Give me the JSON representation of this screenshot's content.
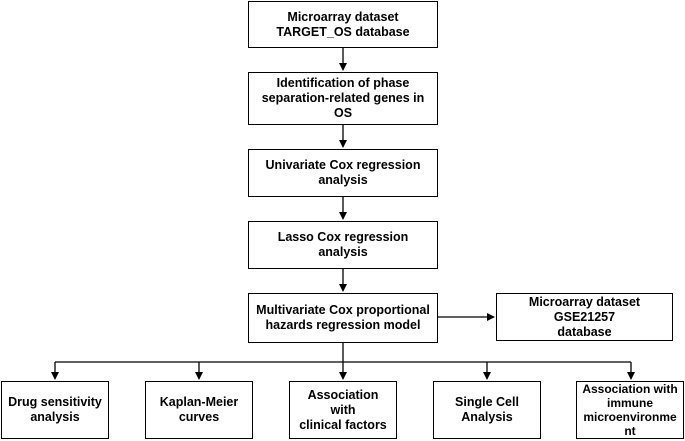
{
  "flowchart": {
    "main_steps": [
      {
        "id": "step1",
        "lines": [
          "Microarray dataset",
          "TARGET_OS database"
        ]
      },
      {
        "id": "step2",
        "lines": [
          "Identification of phase",
          "separation-related genes in OS"
        ]
      },
      {
        "id": "step3",
        "lines": [
          "Univariate Cox regression",
          "analysis"
        ]
      },
      {
        "id": "step4",
        "lines": [
          "Lasso Cox regression analysis"
        ]
      },
      {
        "id": "step5",
        "lines": [
          "Multivariate Cox proportional",
          "hazards regression model"
        ]
      }
    ],
    "side_box": {
      "lines": [
        "Microarray dataset GSE21257",
        "database"
      ]
    },
    "outputs": [
      {
        "lines": [
          "Drug sensitivity",
          "analysis"
        ]
      },
      {
        "lines": [
          "Kaplan-Meier",
          "curves"
        ]
      },
      {
        "lines": [
          "Association with",
          "clinical factors"
        ]
      },
      {
        "lines": [
          "Single Cell",
          "Analysis"
        ]
      },
      {
        "lines": [
          "Association with",
          "immune",
          "microenvironme",
          "nt"
        ]
      }
    ]
  }
}
